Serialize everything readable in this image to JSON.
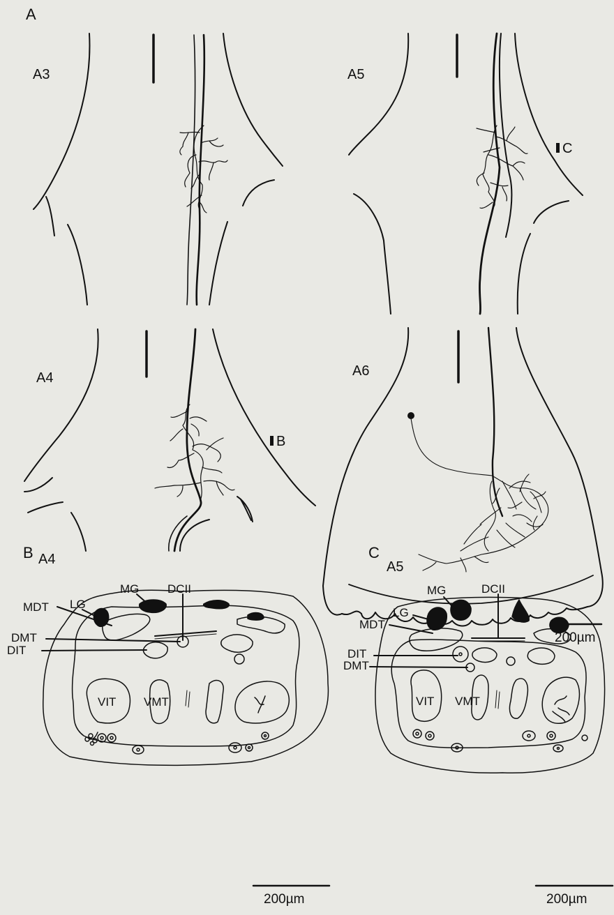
{
  "panels": {
    "a": "A",
    "b": "B",
    "c": "C"
  },
  "segments": {
    "a3": "A3",
    "a4": "A4",
    "a5": "A5",
    "a6": "A6",
    "b_seg": "A4",
    "c_seg": "A5"
  },
  "section_markers": {
    "b": "B",
    "c": "C"
  },
  "cross_section_b": {
    "labels": [
      "LG",
      "MG",
      "DCII",
      "MDT",
      "DMT",
      "DIT",
      "VIT",
      "VMT"
    ]
  },
  "cross_section_c": {
    "labels": [
      "MG",
      "DCII",
      "LG",
      "MDT",
      "DIT",
      "DMT",
      "VIT",
      "VMT"
    ]
  },
  "scale_bars": {
    "top": "200µm",
    "b": "200µm",
    "c": "200µm"
  },
  "colors": {
    "background": "#e9e9e4",
    "ink": "#111111"
  }
}
